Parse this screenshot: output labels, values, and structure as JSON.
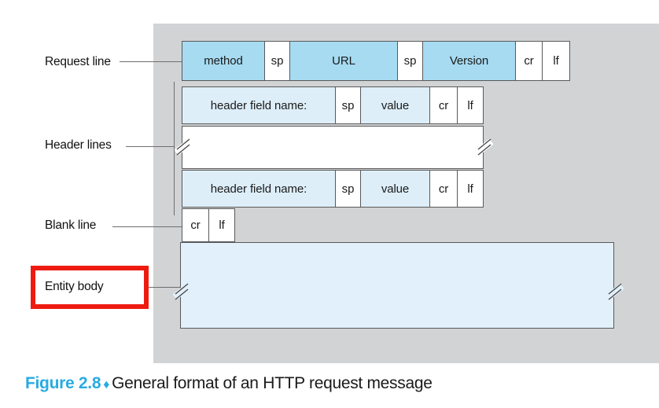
{
  "figure": {
    "number_label": "Figure 2.8",
    "separator": "♦",
    "caption_text": "General format of an HTTP request message"
  },
  "colors": {
    "backdrop_gray": "#d2d3d5",
    "fill_strong_blue": "#a6dbf2",
    "fill_light_blue": "#ddeef9",
    "fill_pale_blue": "#e1f0fa",
    "cell_border": "#595959",
    "leader_line": "#6e6e6e",
    "highlight_red": "#ee1b11",
    "figure_number_blue": "#29abe2"
  },
  "labels": {
    "request_line": "Request line",
    "header_lines": "Header lines",
    "blank_line": "Blank line",
    "entity_body": "Entity body"
  },
  "rows": {
    "request_line": {
      "name": "request-line-row",
      "cells": [
        {
          "text": "method",
          "fill": "strong"
        },
        {
          "text": "sp",
          "fill": "white"
        },
        {
          "text": "URL",
          "fill": "strong"
        },
        {
          "text": "sp",
          "fill": "white"
        },
        {
          "text": "Version",
          "fill": "strong"
        },
        {
          "text": "cr",
          "fill": "white"
        },
        {
          "text": "lf",
          "fill": "white"
        }
      ]
    },
    "header_line_1": {
      "name": "header-line-row-1",
      "cells": [
        {
          "text": "header field name:",
          "fill": "light"
        },
        {
          "text": "sp",
          "fill": "white"
        },
        {
          "text": "value",
          "fill": "light"
        },
        {
          "text": "cr",
          "fill": "white"
        },
        {
          "text": "lf",
          "fill": "white"
        }
      ]
    },
    "header_break": {
      "name": "header-lines-break-row",
      "text": "",
      "fill": "white"
    },
    "header_line_2": {
      "name": "header-line-row-2",
      "cells": [
        {
          "text": "header field name:",
          "fill": "light"
        },
        {
          "text": "sp",
          "fill": "white"
        },
        {
          "text": "value",
          "fill": "light"
        },
        {
          "text": "cr",
          "fill": "white"
        },
        {
          "text": "lf",
          "fill": "white"
        }
      ]
    },
    "blank_line": {
      "name": "blank-line-row",
      "cells": [
        {
          "text": "cr",
          "fill": "white"
        },
        {
          "text": "lf",
          "fill": "white"
        }
      ]
    },
    "entity_body": {
      "name": "entity-body-row",
      "text": "",
      "fill": "pale"
    }
  }
}
